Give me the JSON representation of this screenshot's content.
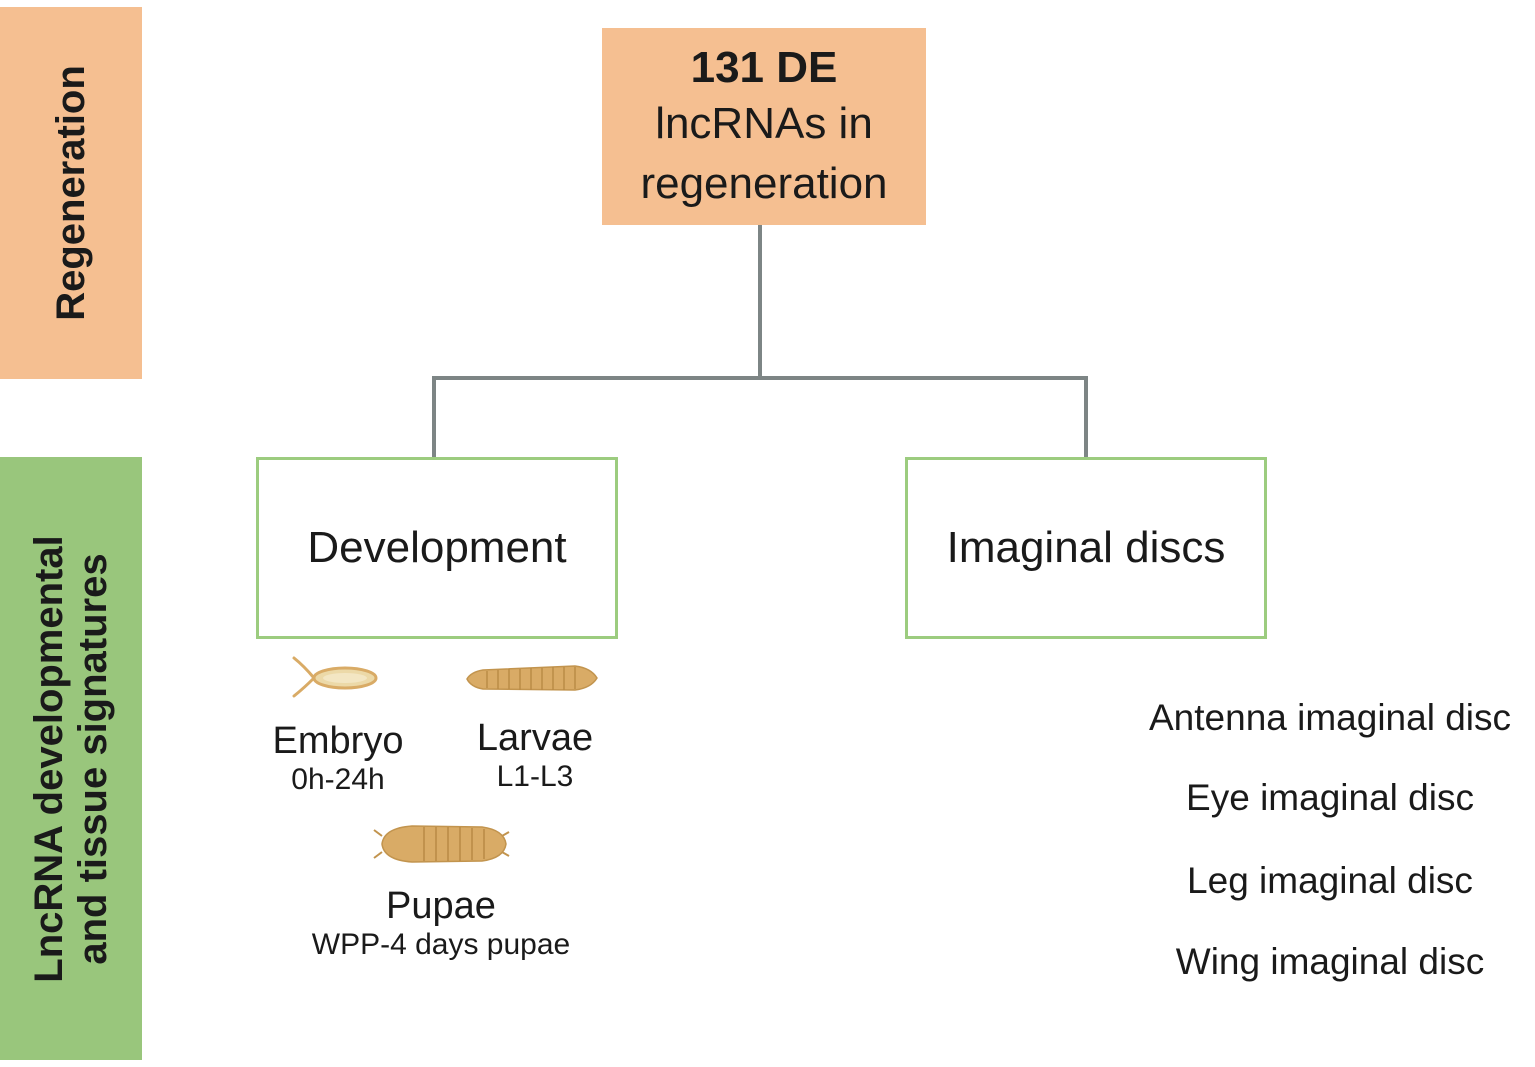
{
  "bands": {
    "regeneration": {
      "label": "Regeneration",
      "color": "#f5bf91"
    },
    "signatures": {
      "line1": "LncRNA developmental",
      "line2": "and tissue signatures",
      "color": "#99c67c"
    }
  },
  "root": {
    "line1": "131 DE",
    "line2": "lncRNAs in",
    "line3": "regeneration"
  },
  "branches": {
    "development": {
      "label": "Development"
    },
    "imaginal": {
      "label": "Imaginal discs"
    }
  },
  "stages": {
    "embryo": {
      "name": "Embryo",
      "sub": "0h-24h",
      "icon": "embryo-icon"
    },
    "larvae": {
      "name": "Larvae",
      "sub": "L1-L3",
      "icon": "larva-icon"
    },
    "pupae": {
      "name": "Pupae",
      "sub": "WPP-4 days pupae",
      "icon": "pupa-icon"
    }
  },
  "discs": [
    "Antenna imaginal disc",
    "Eye imaginal disc",
    "Leg imaginal disc",
    "Wing imaginal disc"
  ],
  "colors": {
    "connector": "#7d8585",
    "box_border": "#9ccc7f",
    "insect": "#d9ab66"
  }
}
